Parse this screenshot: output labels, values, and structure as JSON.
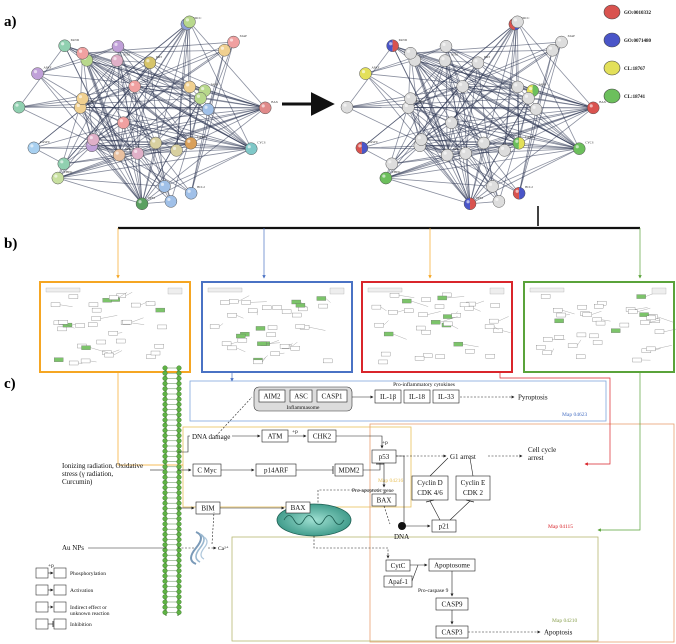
{
  "panels": {
    "a": "a)",
    "b": "b)",
    "c": "c)"
  },
  "legend": [
    {
      "label": "GO:0010332",
      "color": "#d9534f"
    },
    {
      "label": "GO:0071480",
      "color": "#4a55c8"
    },
    {
      "label": "CL:18767",
      "color": "#e3e05a"
    },
    {
      "label": "CL:18741",
      "color": "#6cbf5c"
    }
  ],
  "network_left": [
    {
      "label": "DRT",
      "color": "#d6c46a"
    },
    {
      "label": "XRCC",
      "color": "#8fa0d8"
    },
    {
      "label": "XIAP",
      "color": "#f0a0a0"
    },
    {
      "label": "PARP",
      "color": "#b8d88c"
    },
    {
      "label": "BAX",
      "color": "#e08a8a"
    },
    {
      "label": "CYCS",
      "color": "#7fc8c8"
    },
    {
      "label": "CASP3",
      "color": "#d9a05a"
    },
    {
      "label": "BCL2",
      "color": "#a0c0e8"
    },
    {
      "label": "TP53",
      "color": "#5aa060"
    },
    {
      "label": "MYC",
      "color": "#e8c0a0"
    },
    {
      "label": "CHEK",
      "color": "#c8e0a0"
    },
    {
      "label": "CASP9",
      "color": "#a8d0f0"
    },
    {
      "label": "MDM2",
      "color": "#f0d090"
    },
    {
      "label": "APAF",
      "color": "#c0a0d8"
    },
    {
      "label": "PAND",
      "color": "#90d0b0"
    },
    {
      "label": "ATM",
      "color": "#e0b0c8"
    }
  ],
  "network_right": [
    {
      "label": "DRT",
      "colors": [
        "#dddddd"
      ]
    },
    {
      "label": "XRCC",
      "colors": [
        "#d9534f",
        "#4a55c8"
      ]
    },
    {
      "label": "XIAP",
      "colors": [
        "#dddddd"
      ]
    },
    {
      "label": "PARP",
      "colors": [
        "#e3e05a",
        "#6cbf5c"
      ]
    },
    {
      "label": "BAX",
      "colors": [
        "#d9534f"
      ]
    },
    {
      "label": "CYCS",
      "colors": [
        "#6cbf5c"
      ]
    },
    {
      "label": "CASP3",
      "colors": [
        "#6cbf5c",
        "#e3e05a"
      ]
    },
    {
      "label": "BCL2",
      "colors": [
        "#d9534f",
        "#4a55c8"
      ]
    },
    {
      "label": "TP53",
      "colors": [
        "#4a55c8",
        "#d9534f"
      ]
    },
    {
      "label": "MYC",
      "colors": [
        "#dddddd"
      ]
    },
    {
      "label": "CHEK",
      "colors": [
        "#6cbf5c"
      ]
    },
    {
      "label": "CASP9",
      "colors": [
        "#d9534f",
        "#4a55c8"
      ]
    },
    {
      "label": "MDM2",
      "colors": [
        "#dddddd"
      ]
    },
    {
      "label": "APAF",
      "colors": [
        "#e3e05a"
      ]
    },
    {
      "label": "PAND",
      "colors": [
        "#4a55c8",
        "#d9534f"
      ]
    },
    {
      "label": "ATM",
      "colors": [
        "#dddddd"
      ]
    }
  ],
  "pathway": {
    "inflammasome": {
      "aim2": "AIM2",
      "asc": "ASC",
      "casp1": "CASP1",
      "label": "Inflammasome"
    },
    "cytokines_label": "Pro-inflammatory cytokines",
    "il1b": "IL-1β",
    "il18": "IL-18",
    "il33": "IL-33",
    "pyroptosis": "Pyroptosis",
    "map04623": "Map 04623",
    "dna_damage": "DNA damage",
    "atm": "ATM",
    "chk2": "CHK2",
    "p_mark": "+p",
    "p53": "p53",
    "g1_arrest": "G1 arrest",
    "cell_cycle_arrest": "Cell cycle\narrest",
    "map04216": "Map 04216",
    "cmyc": "C Myc",
    "p14arf": "p14ARF",
    "mdm2": "MDM2",
    "proapoptotic": "Pro-apoptotic gene",
    "bax_gene": "BAX",
    "cyclin_d": "Cyclin D",
    "cdk46": "CDK 4/6",
    "cyclin_e": "Cyclin E",
    "cdk2": "CDK 2",
    "ionizing": "Ionizing radiation, Oxidative\nstress (γ radiation,\nCurcumin)",
    "bim": "BIM",
    "bax_mito": "BAX",
    "dna": "DNA",
    "p21": "p21",
    "map04115": "Map 04115",
    "au_nps": "Au NPs",
    "ca": "Ca²⁺",
    "cytc": "CytC",
    "apaf1": "Apaf-1",
    "apoptosome": "Apoptosome",
    "procasp9": "Pro-caspase 9",
    "casp9": "CASP9",
    "casp3": "CASP3",
    "apoptosis": "Apoptosis",
    "map04210": "Map 04210"
  },
  "key": [
    {
      "symbol": "+p",
      "label": "Phosphorylation"
    },
    {
      "symbol": "",
      "label": "Activation"
    },
    {
      "symbol": "",
      "label": "Indirect effect or\nunknown reaction"
    },
    {
      "symbol": "",
      "label": "Inhibition"
    }
  ],
  "thumbnails": [
    {
      "color": "#f5a623"
    },
    {
      "color": "#4a72c4"
    },
    {
      "color": "#d9252b"
    },
    {
      "color": "#5aa33a"
    }
  ]
}
